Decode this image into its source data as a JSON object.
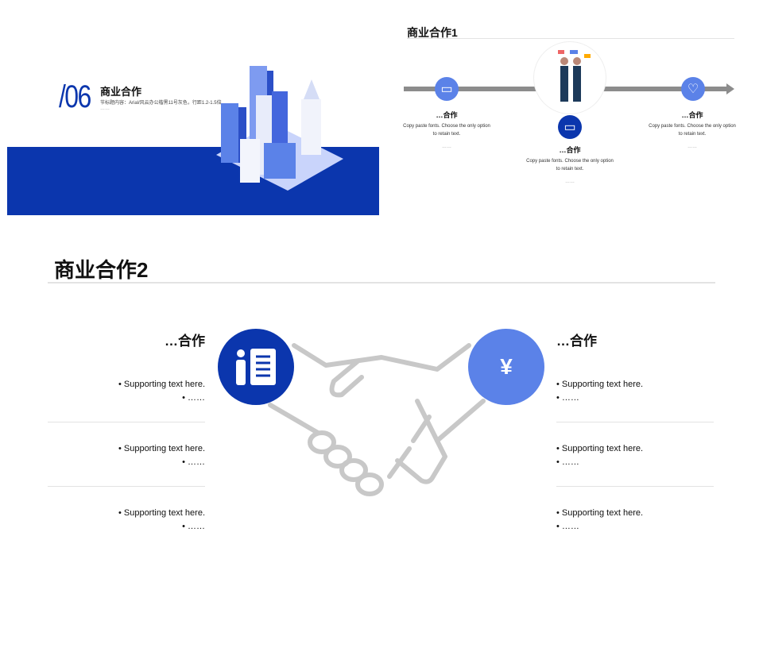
{
  "slide1": {
    "number": "/06",
    "title": "商业合作",
    "subtitle": "节标题内容：Arial/风云办公楷黑11号灰色，行距1.2-1.5倍",
    "dots": "……"
  },
  "slide2": {
    "title": "商业合作1",
    "items": [
      {
        "heading": "…合作",
        "text1": "Copy paste fonts. Choose the only option",
        "text2": "to retain text.",
        "dots": "……"
      },
      {
        "heading": "…合作",
        "text1": "Copy paste fonts. Choose the only option",
        "text2": "to retain text.",
        "dots": "……"
      },
      {
        "heading": "…合作",
        "text1": "Copy paste fonts. Choose the only option",
        "text2": "to retain text.",
        "dots": "……"
      }
    ]
  },
  "slide3": {
    "title": "商业合作2",
    "left": {
      "heading": "…合作",
      "groups": [
        {
          "a": "Supporting text here.",
          "b": "……"
        },
        {
          "a": "Supporting text here.",
          "b": "……"
        },
        {
          "a": "Supporting text here.",
          "b": "……"
        }
      ]
    },
    "right": {
      "heading": "…合作",
      "groups": [
        {
          "a": "Supporting text here.",
          "b": "……"
        },
        {
          "a": "Supporting text here.",
          "b": "……"
        },
        {
          "a": "Supporting text here.",
          "b": "……"
        }
      ]
    },
    "yen": "¥"
  },
  "colors": {
    "primary": "#0b36ad",
    "secondary": "#5b82e8",
    "gray": "#c8c8c8"
  }
}
